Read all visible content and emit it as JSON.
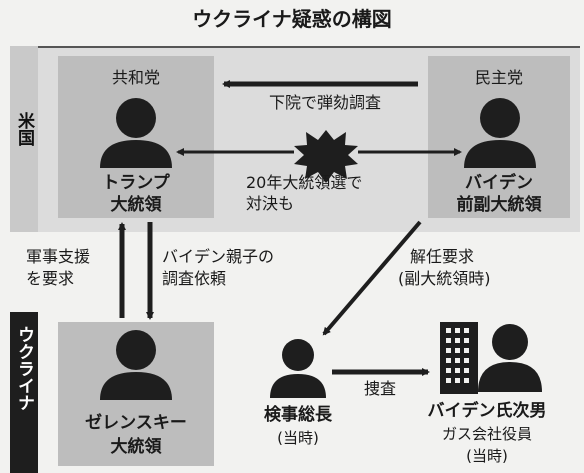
{
  "title": "ウクライナ疑惑の構図",
  "sections": {
    "us": "米国",
    "ukraine": "ウクライナ"
  },
  "republican": {
    "party": "共和党",
    "name_line1": "トランプ",
    "name_line2": "大統領"
  },
  "democrat": {
    "party": "民主党",
    "name_line1": "バイデン",
    "name_line2": "前副大統領"
  },
  "zelensky": {
    "name_line1": "ゼレンスキー",
    "name_line2": "大統領"
  },
  "prosecutor": {
    "name": "検事総長",
    "note": "(当時)"
  },
  "son": {
    "name": "バイデン氏次男",
    "role": "ガス会社役員",
    "note": "(当時)"
  },
  "relations": {
    "impeachment": "下院で弾劾調査",
    "election_line1": "20年大統領選で",
    "election_line2": "対決も",
    "aid_line1": "軍事支援",
    "aid_line2": "を要求",
    "probe_line1": "バイデン親子の",
    "probe_line2": "調査依頼",
    "dismissal_line1": "解任要求",
    "dismissal_line2": "(副大統領時)",
    "investigation": "捜査"
  },
  "icons": {
    "person": "person-silhouette-icon",
    "building": "building-icon",
    "conflict": "explosion-icon"
  },
  "colors": {
    "dark": "#1e1e1e",
    "box": "#bdbdbd",
    "band": "#dcdcdc"
  }
}
